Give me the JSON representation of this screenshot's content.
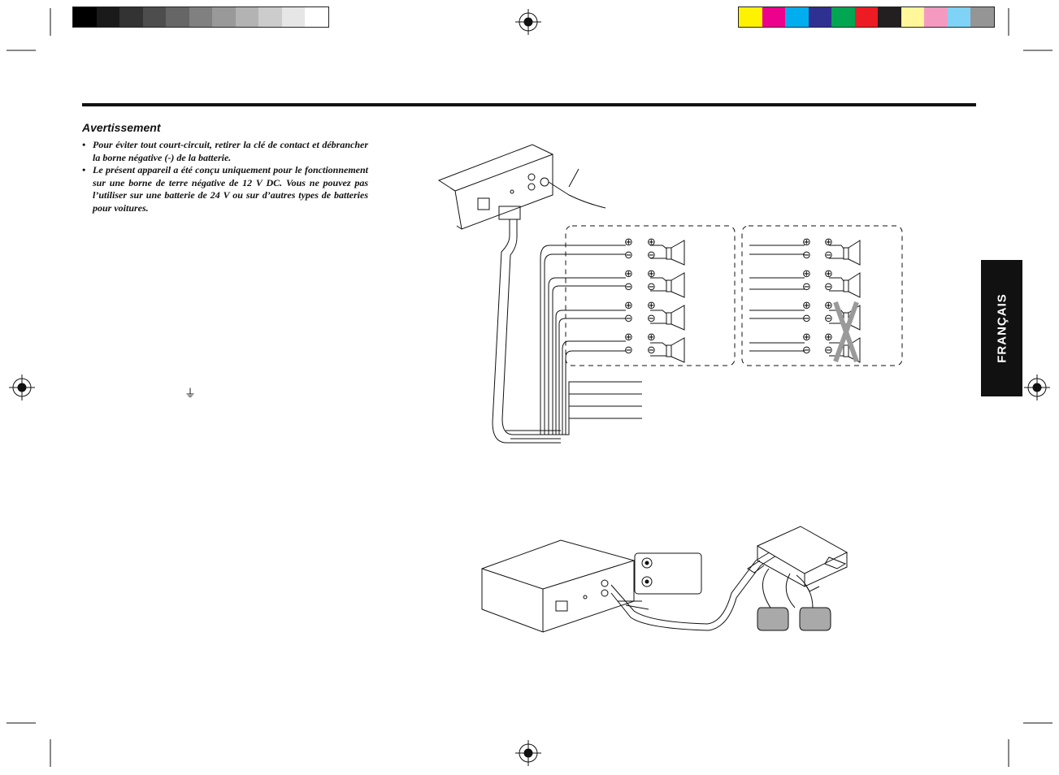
{
  "print_marks": {
    "gray_swatches": [
      "#000000",
      "#1a1a1a",
      "#333333",
      "#4d4d4d",
      "#666666",
      "#808080",
      "#999999",
      "#b3b3b3",
      "#cccccc",
      "#e6e6e6",
      "#ffffff"
    ],
    "color_swatches": [
      "#fff200",
      "#ec008c",
      "#00aeef",
      "#2e3192",
      "#00a651",
      "#ed1c24",
      "#231f20",
      "#fff799",
      "#f49ac1",
      "#7fd3f7",
      "#959595"
    ]
  },
  "warning": {
    "title": "Avertissement",
    "bullet": "•",
    "items": [
      "Pour éviter tout court-circuit, retirer la clé de contact et débrancher la borne négative (-) de la batterie.",
      "Le présent appareil a été conçu uniquement pour le fonctionnement sur une borne de terre négative de 12 V DC. Vous ne pouvez pas l’utiliser sur une batterie de 24 V ou sur d’autres types de batteries pour voitures."
    ]
  },
  "ground_symbol": "⏚",
  "language_tab": "FRANÇAIS",
  "diagram_symbols": {
    "plus": "⊕",
    "minus": "⊖"
  }
}
